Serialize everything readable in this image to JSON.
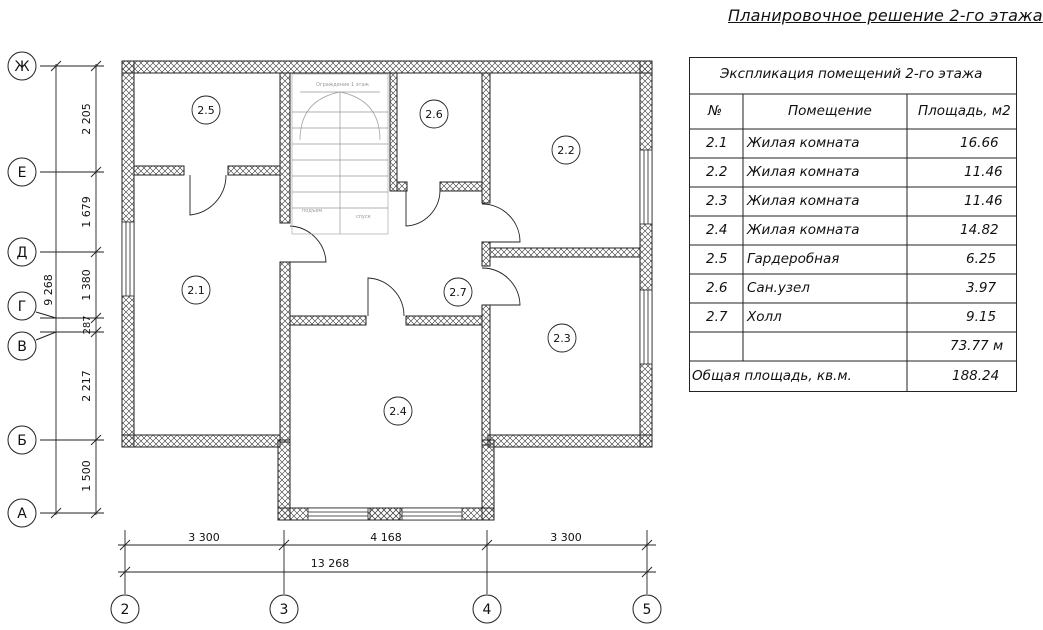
{
  "title": "Планировочное решение 2-го этажа",
  "axes": {
    "rows": [
      "Ж",
      "Е",
      "Д",
      "Г",
      "В",
      "Б",
      "А"
    ],
    "cols": [
      "2",
      "3",
      "4",
      "5"
    ]
  },
  "dims": {
    "vertical": [
      "2 205",
      "1 679",
      "1 380",
      "287",
      "2 217",
      "1 500"
    ],
    "vertical_total": "9 268",
    "horizontal": [
      "3 300",
      "4 168",
      "3 300"
    ],
    "horizontal_total": "13 268"
  },
  "rooms": [
    "2.1",
    "2.2",
    "2.3",
    "2.4",
    "2.5",
    "2.6",
    "2.7"
  ],
  "stair_labels": {
    "top": "Ограждение 1 этаж",
    "up": "подъем",
    "down": "спуск"
  },
  "table": {
    "title": "Экспликация помещений 2-го этажа",
    "headers": [
      "№",
      "Помещение",
      "Площадь, м2"
    ],
    "rows": [
      {
        "n": "2.1",
        "name": "Жилая комната",
        "area": "16.66"
      },
      {
        "n": "2.2",
        "name": "Жилая комната",
        "area": "11.46"
      },
      {
        "n": "2.3",
        "name": "Жилая комната",
        "area": "11.46"
      },
      {
        "n": "2.4",
        "name": "Жилая комната",
        "area": "14.82"
      },
      {
        "n": "2.5",
        "name": "Гардеробная",
        "area": "6.25"
      },
      {
        "n": "2.6",
        "name": "Сан.узел",
        "area": "3.97"
      },
      {
        "n": "2.7",
        "name": "Холл",
        "area": "9.15"
      }
    ],
    "subtotal": "73.77 м",
    "total_label": "Общая площадь, кв.м.",
    "total_value": "188.24"
  }
}
